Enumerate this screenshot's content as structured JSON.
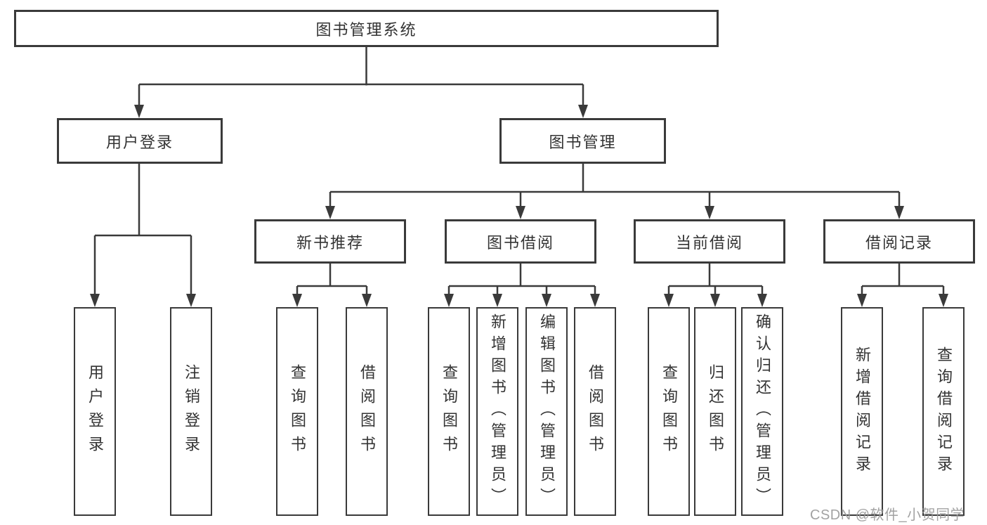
{
  "diagram": {
    "root": {
      "label": "图书管理系统"
    },
    "branches": [
      {
        "label": "用户登录",
        "children": [
          {
            "label": "用户登录"
          },
          {
            "label": "注销登录"
          }
        ]
      },
      {
        "label": "图书管理",
        "children": [
          {
            "label": "新书推荐",
            "children": [
              {
                "label": "查询图书"
              },
              {
                "label": "借阅图书"
              }
            ]
          },
          {
            "label": "图书借阅",
            "children": [
              {
                "label": "查询图书"
              },
              {
                "label": "新增图书（管理员）"
              },
              {
                "label": "编辑图书（管理员）"
              },
              {
                "label": "借阅图书"
              }
            ]
          },
          {
            "label": "当前借阅",
            "children": [
              {
                "label": "查询图书"
              },
              {
                "label": "归还图书"
              },
              {
                "label": "确认归还（管理员）"
              }
            ]
          },
          {
            "label": "借阅记录",
            "children": [
              {
                "label": "新增借阅记录"
              },
              {
                "label": "查询借阅记录"
              }
            ]
          }
        ]
      }
    ]
  },
  "watermark": "CSDN @软件_小贺同学",
  "colors": {
    "line": "#3a3a3a",
    "box_fill": "#ffffff",
    "text": "#333333",
    "watermark": "#999999",
    "background": "#ffffff"
  }
}
